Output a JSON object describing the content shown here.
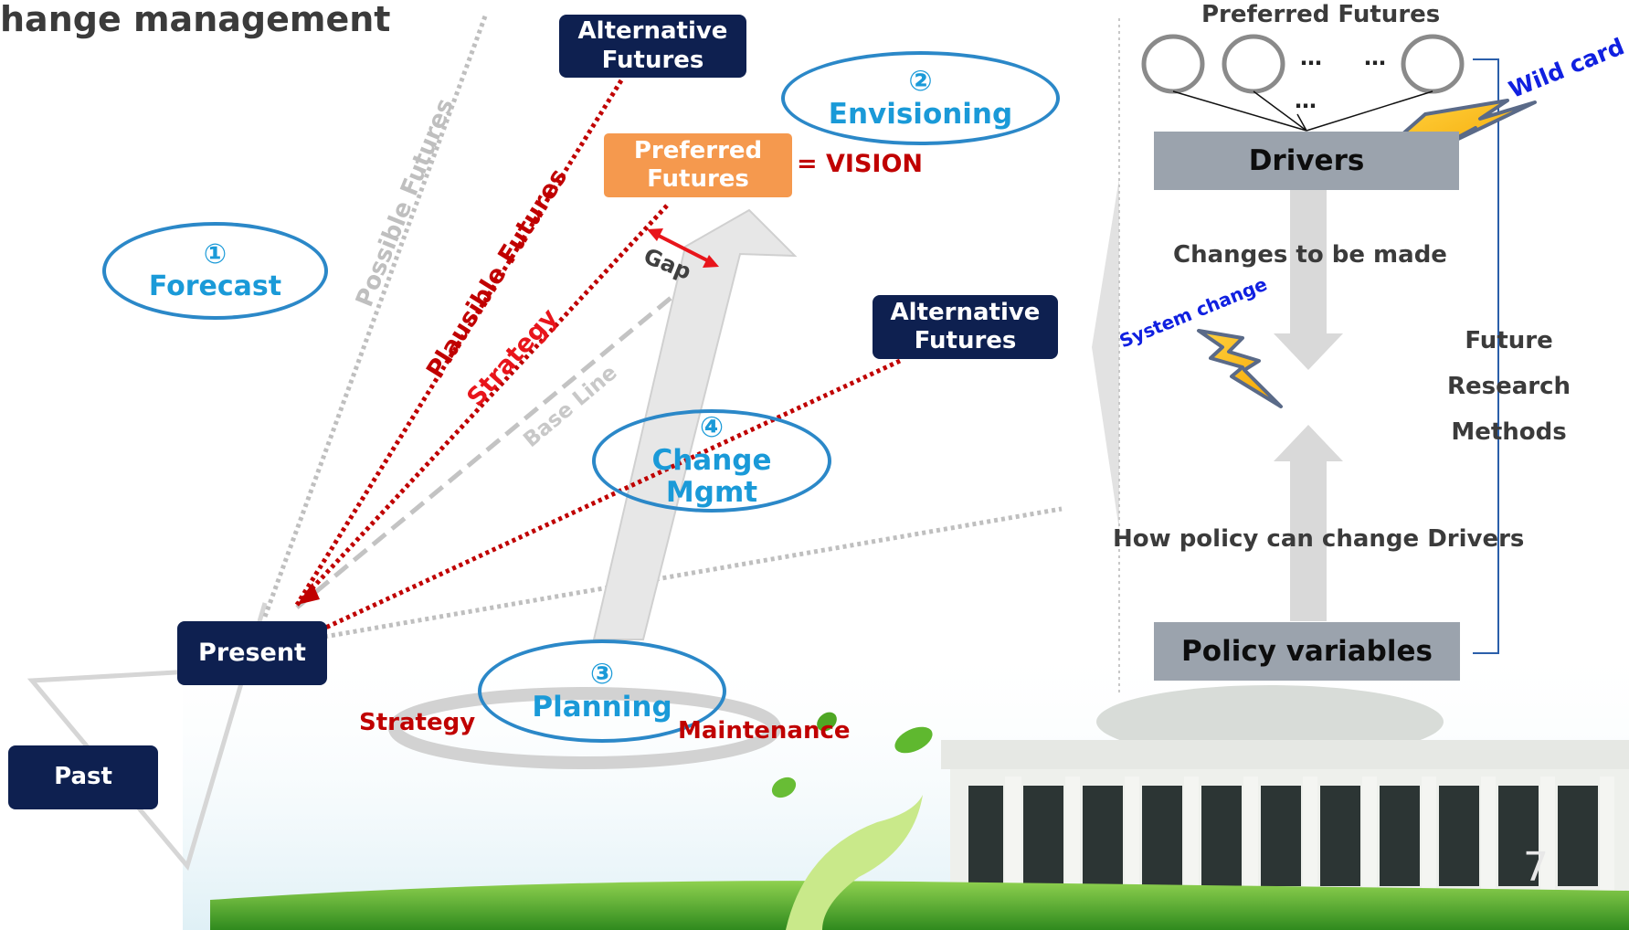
{
  "title": "hange management",
  "left_diagram": {
    "alternative_futures_top": [
      "Alternative",
      "Futures"
    ],
    "alternative_futures_right": [
      "Alternative",
      "Futures"
    ],
    "preferred_futures": [
      "Preferred",
      "Futures"
    ],
    "vision": "= VISION",
    "present": "Present",
    "past": "Past",
    "gap": "Gap",
    "possible_futures": "Possible Futures",
    "plausible_futures": "Plausible Futures",
    "strategy_diagonal": "Strategy",
    "base_line": "Base Line",
    "strategy_cycle": "Strategy",
    "maintenance": "Maintenance",
    "ovals": {
      "forecast": {
        "number": "①",
        "label": "Forecast"
      },
      "envisioning": {
        "number": "②",
        "label": "Envisioning"
      },
      "planning": {
        "number": "③",
        "label": "Planning"
      },
      "change_mgmt": {
        "number": "④",
        "label": "Change",
        "label2": "Mgmt"
      }
    }
  },
  "right_diagram": {
    "preferred_futures": "Preferred Futures",
    "ellipsis_1": "…",
    "ellipsis_2": "…",
    "ellipsis_3": "…",
    "drivers": "Drivers",
    "wild_card": "Wild card",
    "changes_to_be_made": "Changes to be made",
    "system_change": "System change",
    "future_research_methods": [
      "Future",
      "Research",
      "Methods"
    ],
    "how_policy": "How policy can change Drivers",
    "policy_variables": "Policy variables"
  },
  "page_number": "7",
  "colors": {
    "navy": "#0e2050",
    "oval_blue": "#2b88c8",
    "oval_text": "#1a9ad8",
    "red": "#c00000",
    "orange": "#f5994e",
    "grey_box": "#9ba3ad"
  }
}
